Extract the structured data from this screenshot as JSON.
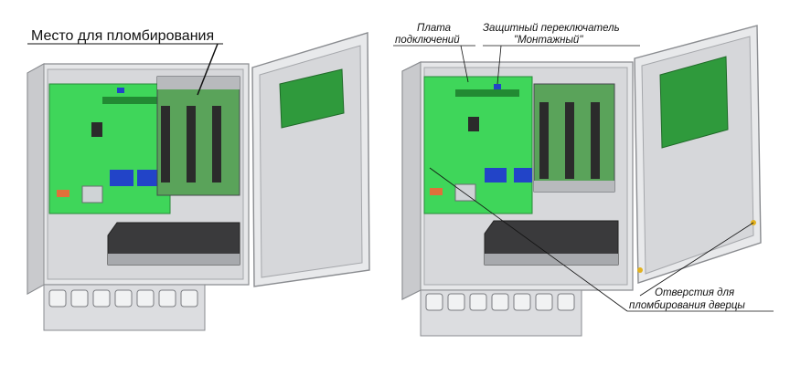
{
  "left_figure": {
    "callout": "Место для пломбирования"
  },
  "right_figure": {
    "board_label": [
      "Плата",
      "подключений"
    ],
    "switch_label": [
      "Защитный переключатель",
      "\"Монтажный\""
    ],
    "seal_label": [
      "Отверстия для",
      "пломбирования дверцы"
    ]
  },
  "colors": {
    "board_green": "#3fd65a",
    "door_board_green": "#2f9a3c",
    "enclosure_gray": "#d9dadc",
    "edge_gray": "#8a8c90",
    "relay_black": "#2b2b2b",
    "connector_blue": "#2244c8"
  },
  "icons": [
    "cable-gland-icon",
    "seal-screw-icon"
  ]
}
